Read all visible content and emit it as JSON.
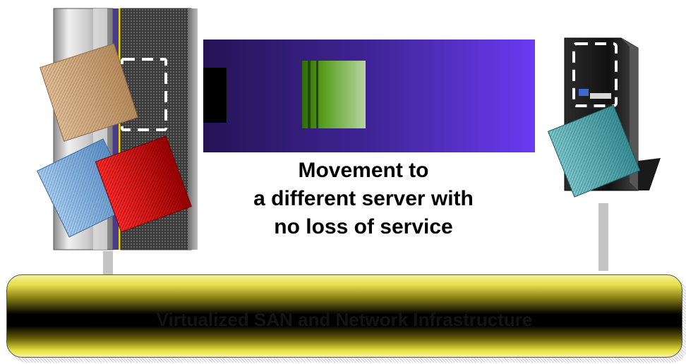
{
  "caption": {
    "line1": "Movement to",
    "line2": "a different server with",
    "line3": "no loss of service"
  },
  "infrastructure": {
    "label": "Virtualized SAN and Network Infrastructure"
  },
  "colors": {
    "partition_tan": "#c9a07a",
    "partition_blue": "#7fb0e0",
    "partition_red": "#d40000",
    "partition_teal": "#4fa8b0",
    "migration_band_start": "#2a1a6a",
    "migration_band_end": "#6a3af0",
    "infra_yellow": "#e8e04a"
  }
}
